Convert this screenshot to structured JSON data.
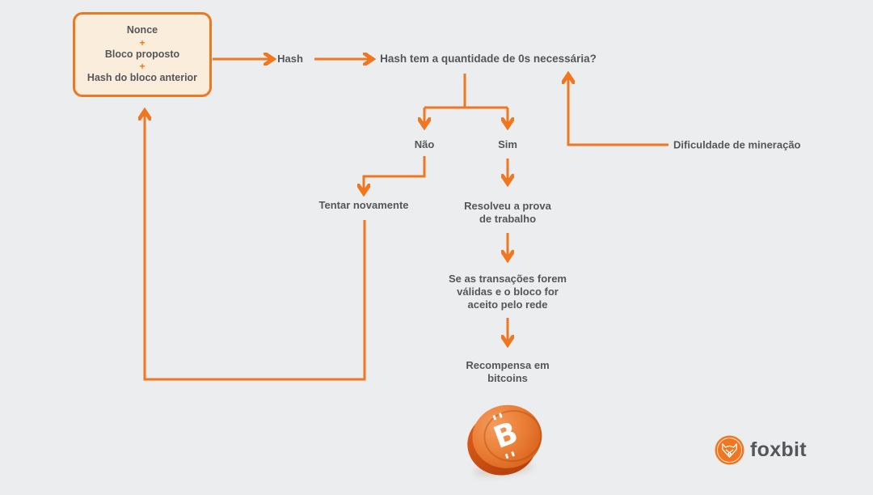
{
  "diagram": {
    "input_box": {
      "line1": "Nonce",
      "plus1": "+",
      "line2": "Bloco proposto",
      "plus2": "+",
      "line3": "Hash do bloco anterior"
    },
    "hash_label": "Hash",
    "question": "Hash tem a quantidade de 0s necessária?",
    "branch_no": "Não",
    "branch_yes": "Sim",
    "retry": "Tentar novamente",
    "proof": "Resolveu a prova\nde trabalho",
    "validation": "Se as transações forem\nválidas e o bloco for\naceito pelo rede",
    "reward": "Recompensa em\nbitcoins",
    "difficulty": "Dificuldade de mineração"
  },
  "icons": {
    "bitcoin_letter": "B",
    "fox": "fox-face-icon"
  },
  "branding": {
    "wordmark": "foxbit"
  },
  "colors": {
    "accent": "#F0761F",
    "background": "#ECEDEE",
    "text": "#55565A",
    "box_fill": "#FBEDDC",
    "coin_main": "#E8752C",
    "coin_depth": "#C24E0E"
  }
}
